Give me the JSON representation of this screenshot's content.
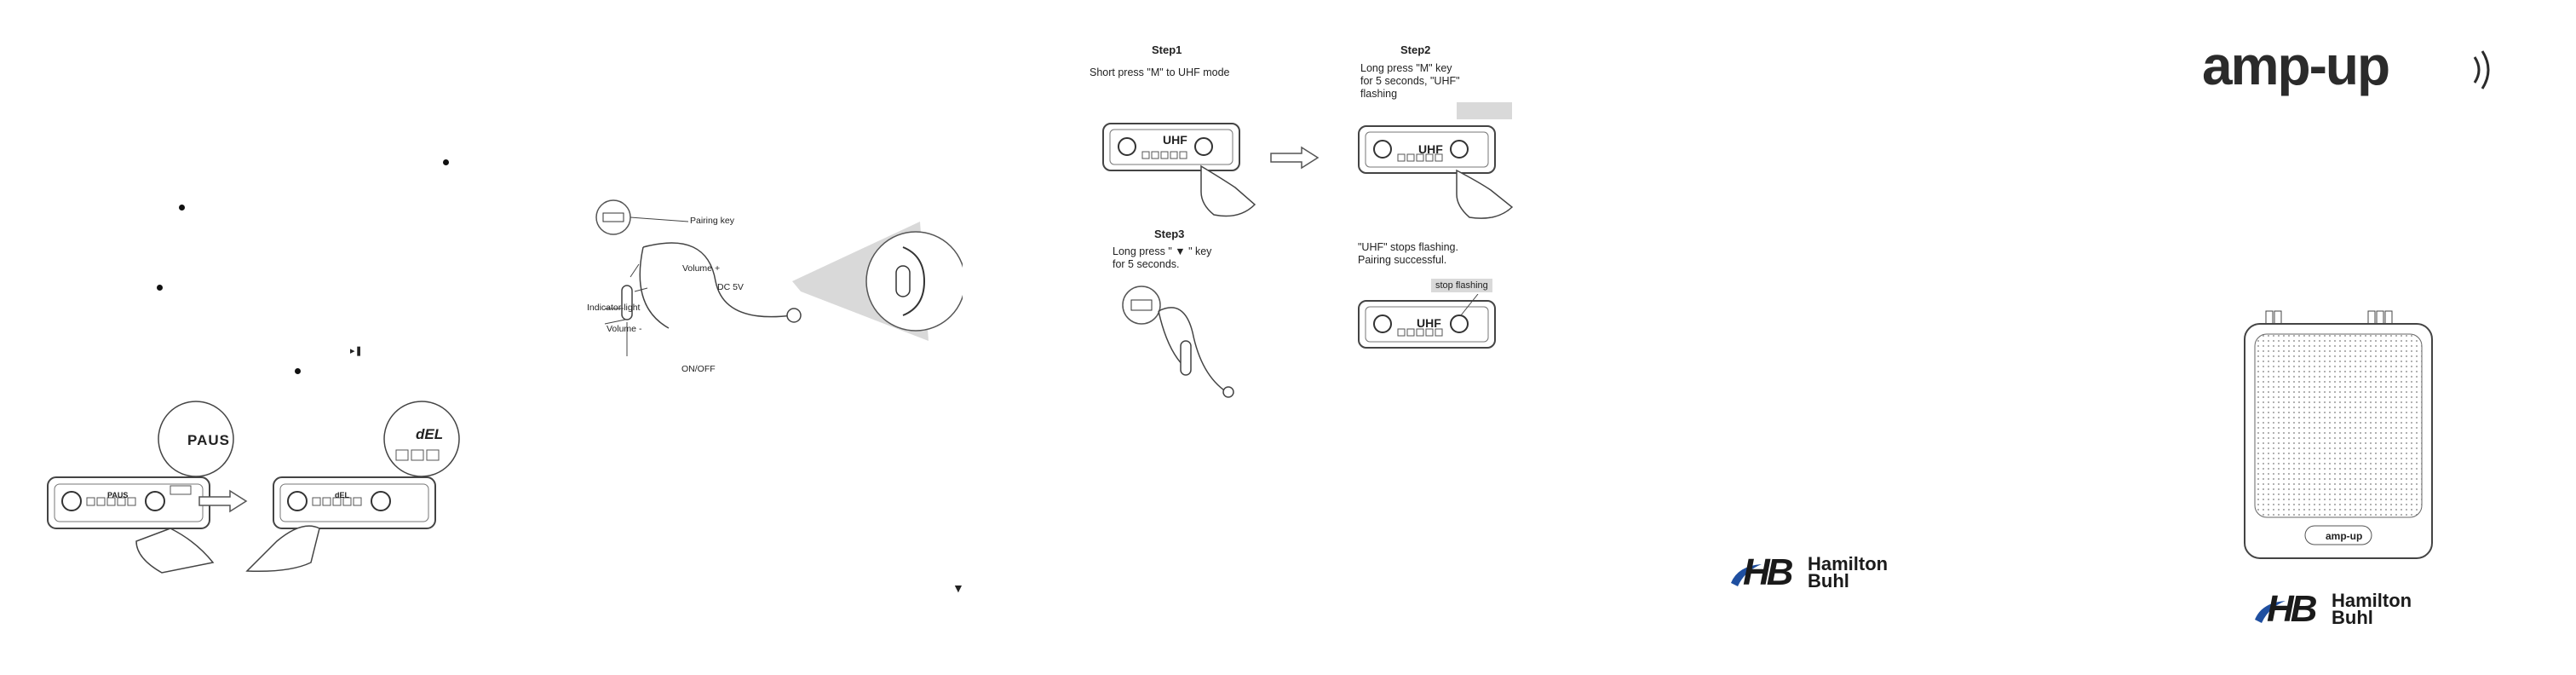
{
  "panel_left": {
    "pause_screen_text": "PAUS",
    "delete_screen_text": "dEL"
  },
  "panel_mic": {
    "pairing_key": "Pairing key",
    "volume_plus": "Volume +",
    "dc_5v": "DC 5V",
    "indicator_light": "Indicator light",
    "volume_minus": "Volume -",
    "on_off": "ON/OFF"
  },
  "panel_steps": {
    "step1_title": "Step1",
    "step1_text": "Short press \"M\" to UHF mode",
    "step2_title": "Step2",
    "step2_text_1": "Long press \"M\" key",
    "step2_text_2": "for 5 seconds, \"UHF\"",
    "step2_text_3": "flashing",
    "step3_title": "Step3",
    "step3_text_1": "Long press \" ▼ \" key",
    "step3_text_2": "for 5 seconds.",
    "result_text_1": "\"UHF\" stops flashing.",
    "result_text_2": "Pairing successful.",
    "stop_flashing": "stop flashing",
    "uhf_screen_text": "UHF"
  },
  "panel_brand": {
    "logo": "amp-up",
    "hb_mark": "HB",
    "hb_line1": "Hamilton",
    "hb_line2": "Buhl",
    "device_badge": "amp-up"
  }
}
